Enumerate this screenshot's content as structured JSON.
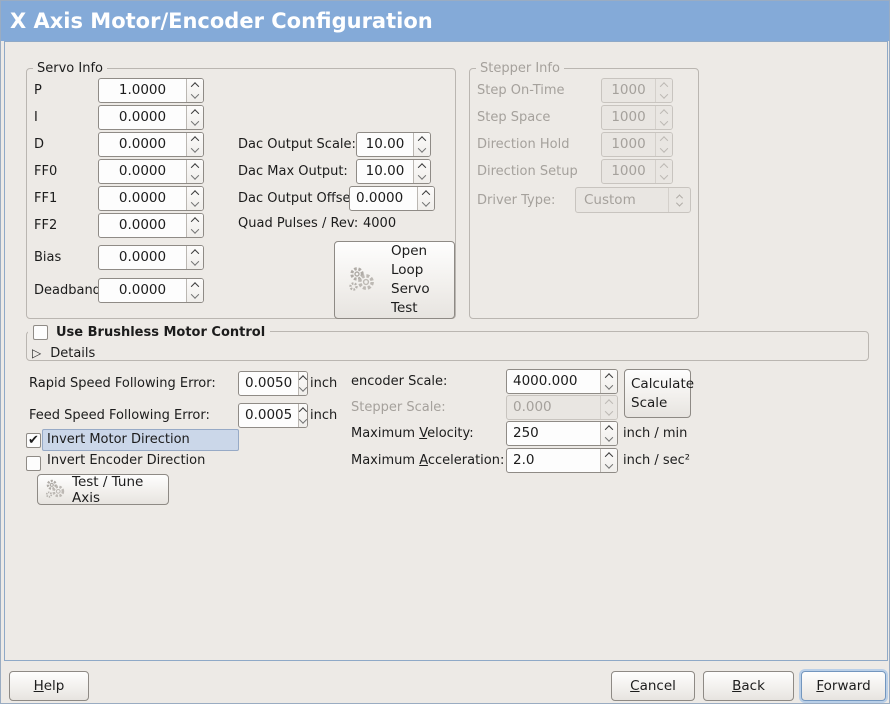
{
  "window": {
    "title": "X Axis Motor/Encoder Configuration"
  },
  "colors": {
    "titlebar": "#84AAD8",
    "panel": "#EDEAE6",
    "focus_ring": "#B9CFE8",
    "highlight": "#CBD7E9"
  },
  "icons": {
    "check": "✔",
    "expander_triangle": "▷",
    "spin_up": "chevron-up",
    "spin_down": "chevron-down",
    "gears": "gears"
  },
  "servo": {
    "title": "Servo Info",
    "rows": [
      {
        "label": "P",
        "value": "1.0000"
      },
      {
        "label": "I",
        "value": "0.0000"
      },
      {
        "label": "D",
        "value": "0.0000"
      },
      {
        "label": "FF0",
        "value": "0.0000"
      },
      {
        "label": "FF1",
        "value": "0.0000"
      },
      {
        "label": "FF2",
        "value": "0.0000"
      },
      {
        "label": "Bias",
        "value": "0.0000"
      },
      {
        "label": "Deadband",
        "value": "0.0000"
      }
    ]
  },
  "dac": {
    "scale_label": "Dac Output Scale:",
    "scale_value": "10.00",
    "max_label": "Dac Max Output:",
    "max_value": "10.00",
    "offset_label": "Dac Output Offset:",
    "offset_value": "0.0000",
    "quad_label": "Quad Pulses / Rev:",
    "quad_value": "4000"
  },
  "open_loop": {
    "line1": "Open",
    "line2": "Loop",
    "line3": "Servo",
    "line4": "Test"
  },
  "stepper": {
    "title": "Stepper Info",
    "rows": [
      {
        "label": "Step On-Time",
        "value": "1000"
      },
      {
        "label": "Step Space",
        "value": "1000"
      },
      {
        "label": "Direction Hold",
        "value": "1000"
      },
      {
        "label": "Direction Setup",
        "value": "1000"
      }
    ],
    "driver_label": "Driver Type:",
    "driver_value": "Custom"
  },
  "brushless": {
    "checkbox_label": "Use Brushless Motor Control",
    "details_label": "Details"
  },
  "following_error": {
    "rapid_label": "Rapid Speed Following Error:",
    "rapid_value": "0.0050",
    "rapid_unit": "inch",
    "feed_label": "Feed Speed Following Error:",
    "feed_value": "0.0005",
    "feed_unit": "inch"
  },
  "scaling": {
    "encoder_label": "encoder Scale:",
    "encoder_value": "4000.000",
    "stepper_label": "Stepper Scale:",
    "stepper_value": "0.000",
    "velocity_pre": "Maximum ",
    "velocity_key": "V",
    "velocity_post": "elocity:",
    "velocity_value": "250",
    "velocity_unit": "inch / min",
    "accel_pre": "Maximum ",
    "accel_key": "A",
    "accel_post": "cceleration:",
    "accel_value": "2.0",
    "accel_unit": "inch / sec²",
    "calculate_line1": "Calculate",
    "calculate_line2": "Scale"
  },
  "direction": {
    "invert_motor_label": "Invert Motor Direction",
    "invert_encoder_label": "Invert Encoder Direction",
    "test_tune_label": "Test / Tune Axis"
  },
  "actions": {
    "help_key": "H",
    "help_post": "elp",
    "cancel_key": "C",
    "cancel_post": "ancel",
    "back_key": "B",
    "back_post": "ack",
    "forward_key": "F",
    "forward_post": "orward"
  }
}
